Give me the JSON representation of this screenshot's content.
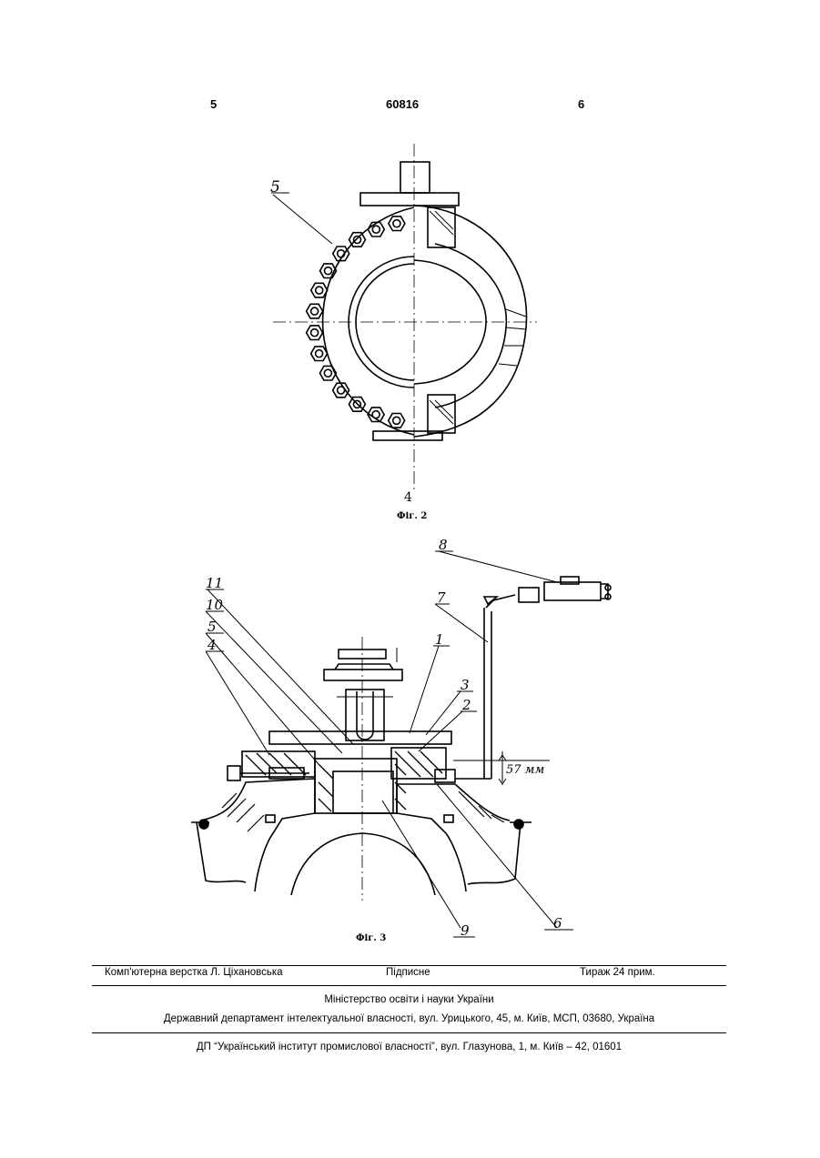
{
  "header": {
    "left_page": "5",
    "patent_number": "60816",
    "right_page": "6"
  },
  "figure2": {
    "label_top": "5",
    "label_bottom": "4",
    "caption": "Фіг. 2"
  },
  "figure3": {
    "labels": {
      "l8": "8",
      "l7": "7",
      "l11": "11",
      "l10": "10",
      "l5": "5",
      "l4": "4",
      "l1": "1",
      "l3": "3",
      "l2": "2",
      "l6": "6",
      "l9": "9"
    },
    "dimension": "57 мм",
    "caption": "Фіг. 3"
  },
  "footer": {
    "typesetter": "Комп'ютерна верстка Л. Ціхановська",
    "signed": "Підписне",
    "circulation": "Тираж 24 прим.",
    "ministry": "Міністерство освіти і науки України",
    "department": "Державний департамент інтелектуальної власності, вул. Урицького, 45, м. Київ, МСП, 03680, Україна",
    "institute": "ДП “Український інститут промислової власності”, вул. Глазунова, 1, м. Київ – 42, 01601"
  }
}
